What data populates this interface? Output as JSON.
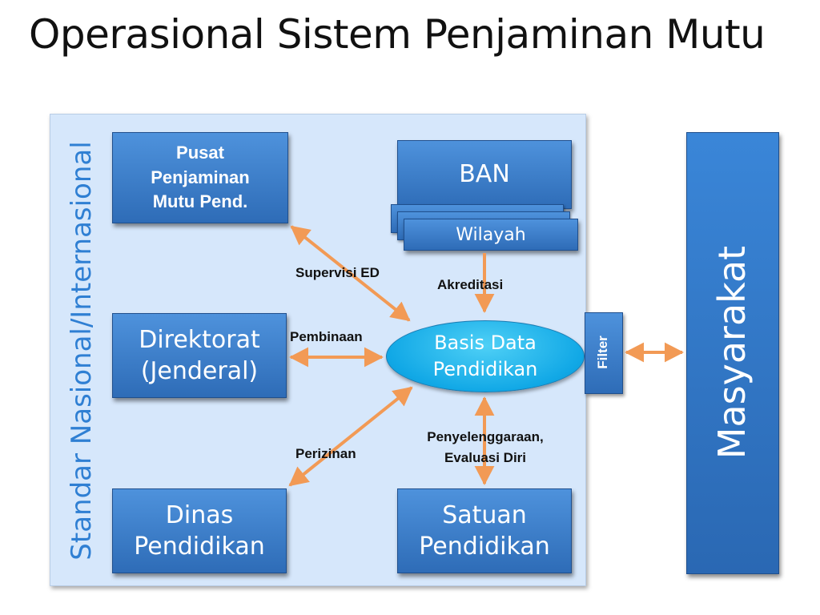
{
  "title": "Operasional Sistem Penjaminan Mutu",
  "side_label": "Standar Nasional/Internasional",
  "boxes": {
    "pusat": "Pusat\nPenjaminan\nMutu Pend.",
    "ban": "BAN",
    "wilayah": "Wilayah",
    "direktorat": "Direktorat\n(Jenderal)",
    "dinas": "Dinas\nPendidikan",
    "satuan": "Satuan\nPendidikan",
    "basis_data": "Basis Data\nPendidikan",
    "filter": "Filter",
    "masyarakat": "Masyarakat"
  },
  "labels": {
    "supervisi": "Supervisi ED",
    "akreditasi": "Akreditasi",
    "pembinaan": "Pembinaan",
    "perizinan": "Perizinan",
    "penyelenggaraan": "Penyelenggaraan,\nEvaluasi Diri"
  },
  "colors": {
    "box": "#2e6cb7",
    "ellipse": "#11a8e6",
    "panel": "#d6e7fb",
    "arrow": "#f29a55",
    "side_label": "#2f7fd3"
  }
}
